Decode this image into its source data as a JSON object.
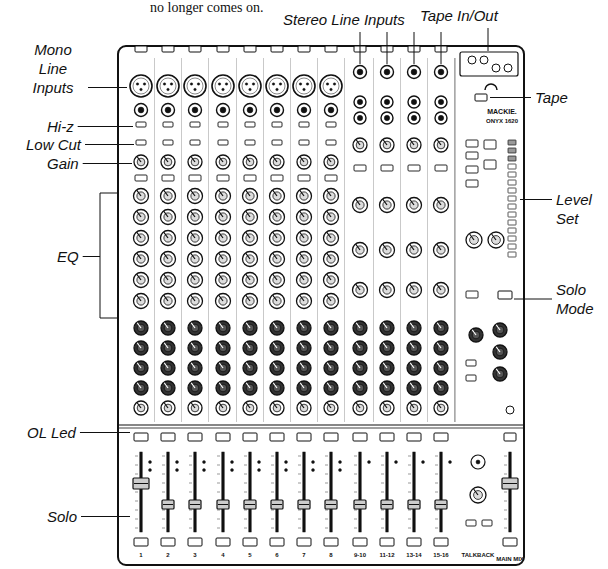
{
  "diagram": {
    "labels": [
      "no longer comes on.",
      "Stereo Line Inputs",
      "Tape In/Out",
      "Mono Line Inputs",
      "Hi-z",
      "Low Cut",
      "Gain",
      "Tape",
      "Level Set",
      "Solo Mode",
      "EQ",
      "OL Led",
      "Solo",
      "MACKIE.",
      "ONYX 1620",
      "1",
      "2",
      "3",
      "4",
      "5",
      "6",
      "7",
      "8",
      "9-10",
      "11-12",
      "13-14",
      "15-16",
      "TALKBACK",
      "MAIN MIX"
    ]
  }
}
